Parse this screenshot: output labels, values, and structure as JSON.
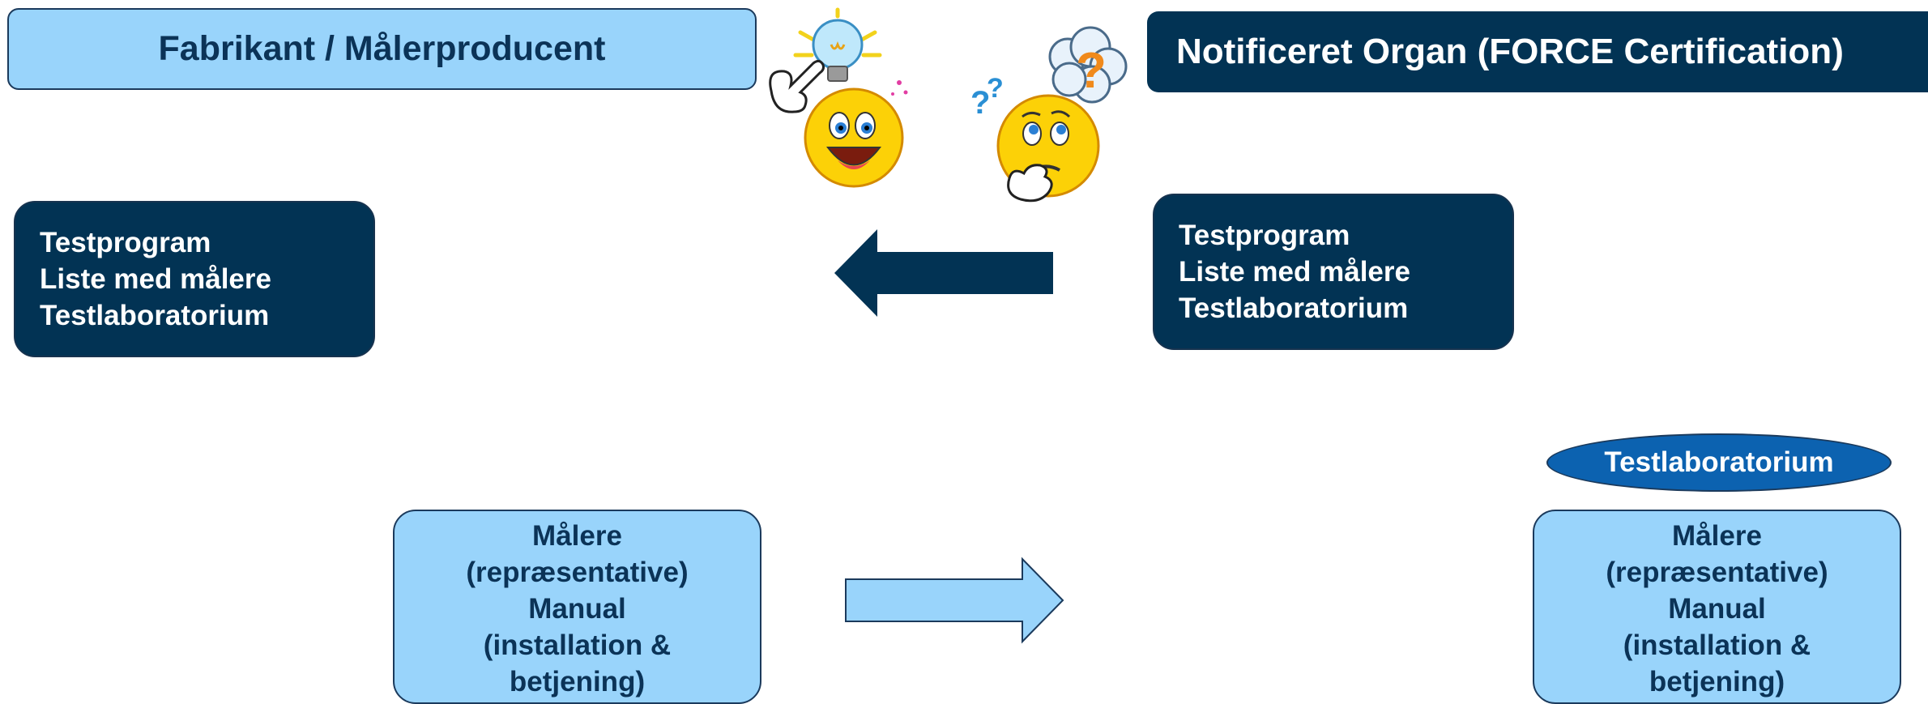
{
  "manufacturer": {
    "title": "Fabrikant / Målerproducent"
  },
  "notified_body": {
    "title": "Notificeret Organ (FORCE Certification)"
  },
  "manufacturer_docs": {
    "items": [
      "Testprogram",
      "Liste med målere",
      "Testlaboratorium"
    ]
  },
  "body_docs": {
    "items": [
      "Testprogram",
      "Liste med målere",
      "Testlaboratorium"
    ]
  },
  "manufacturer_delivery": {
    "lines": [
      "Målere",
      "(repræsentative)",
      "Manual",
      "(installation &",
      "betjening)"
    ]
  },
  "test_lab": {
    "label": "Testlaboratorium",
    "lines": [
      "Målere",
      "(repræsentative)",
      "Manual",
      "(installation &",
      "betjening)"
    ]
  },
  "colors": {
    "dark_navy": "#023354",
    "light_blue": "#99d4fb",
    "pill_blue": "#0c62b0",
    "text_navy": "#0b3357"
  },
  "icons": [
    "lightbulb-smiley-icon",
    "thinking-smiley-icon",
    "arrow-left-icon",
    "arrow-right-icon"
  ]
}
